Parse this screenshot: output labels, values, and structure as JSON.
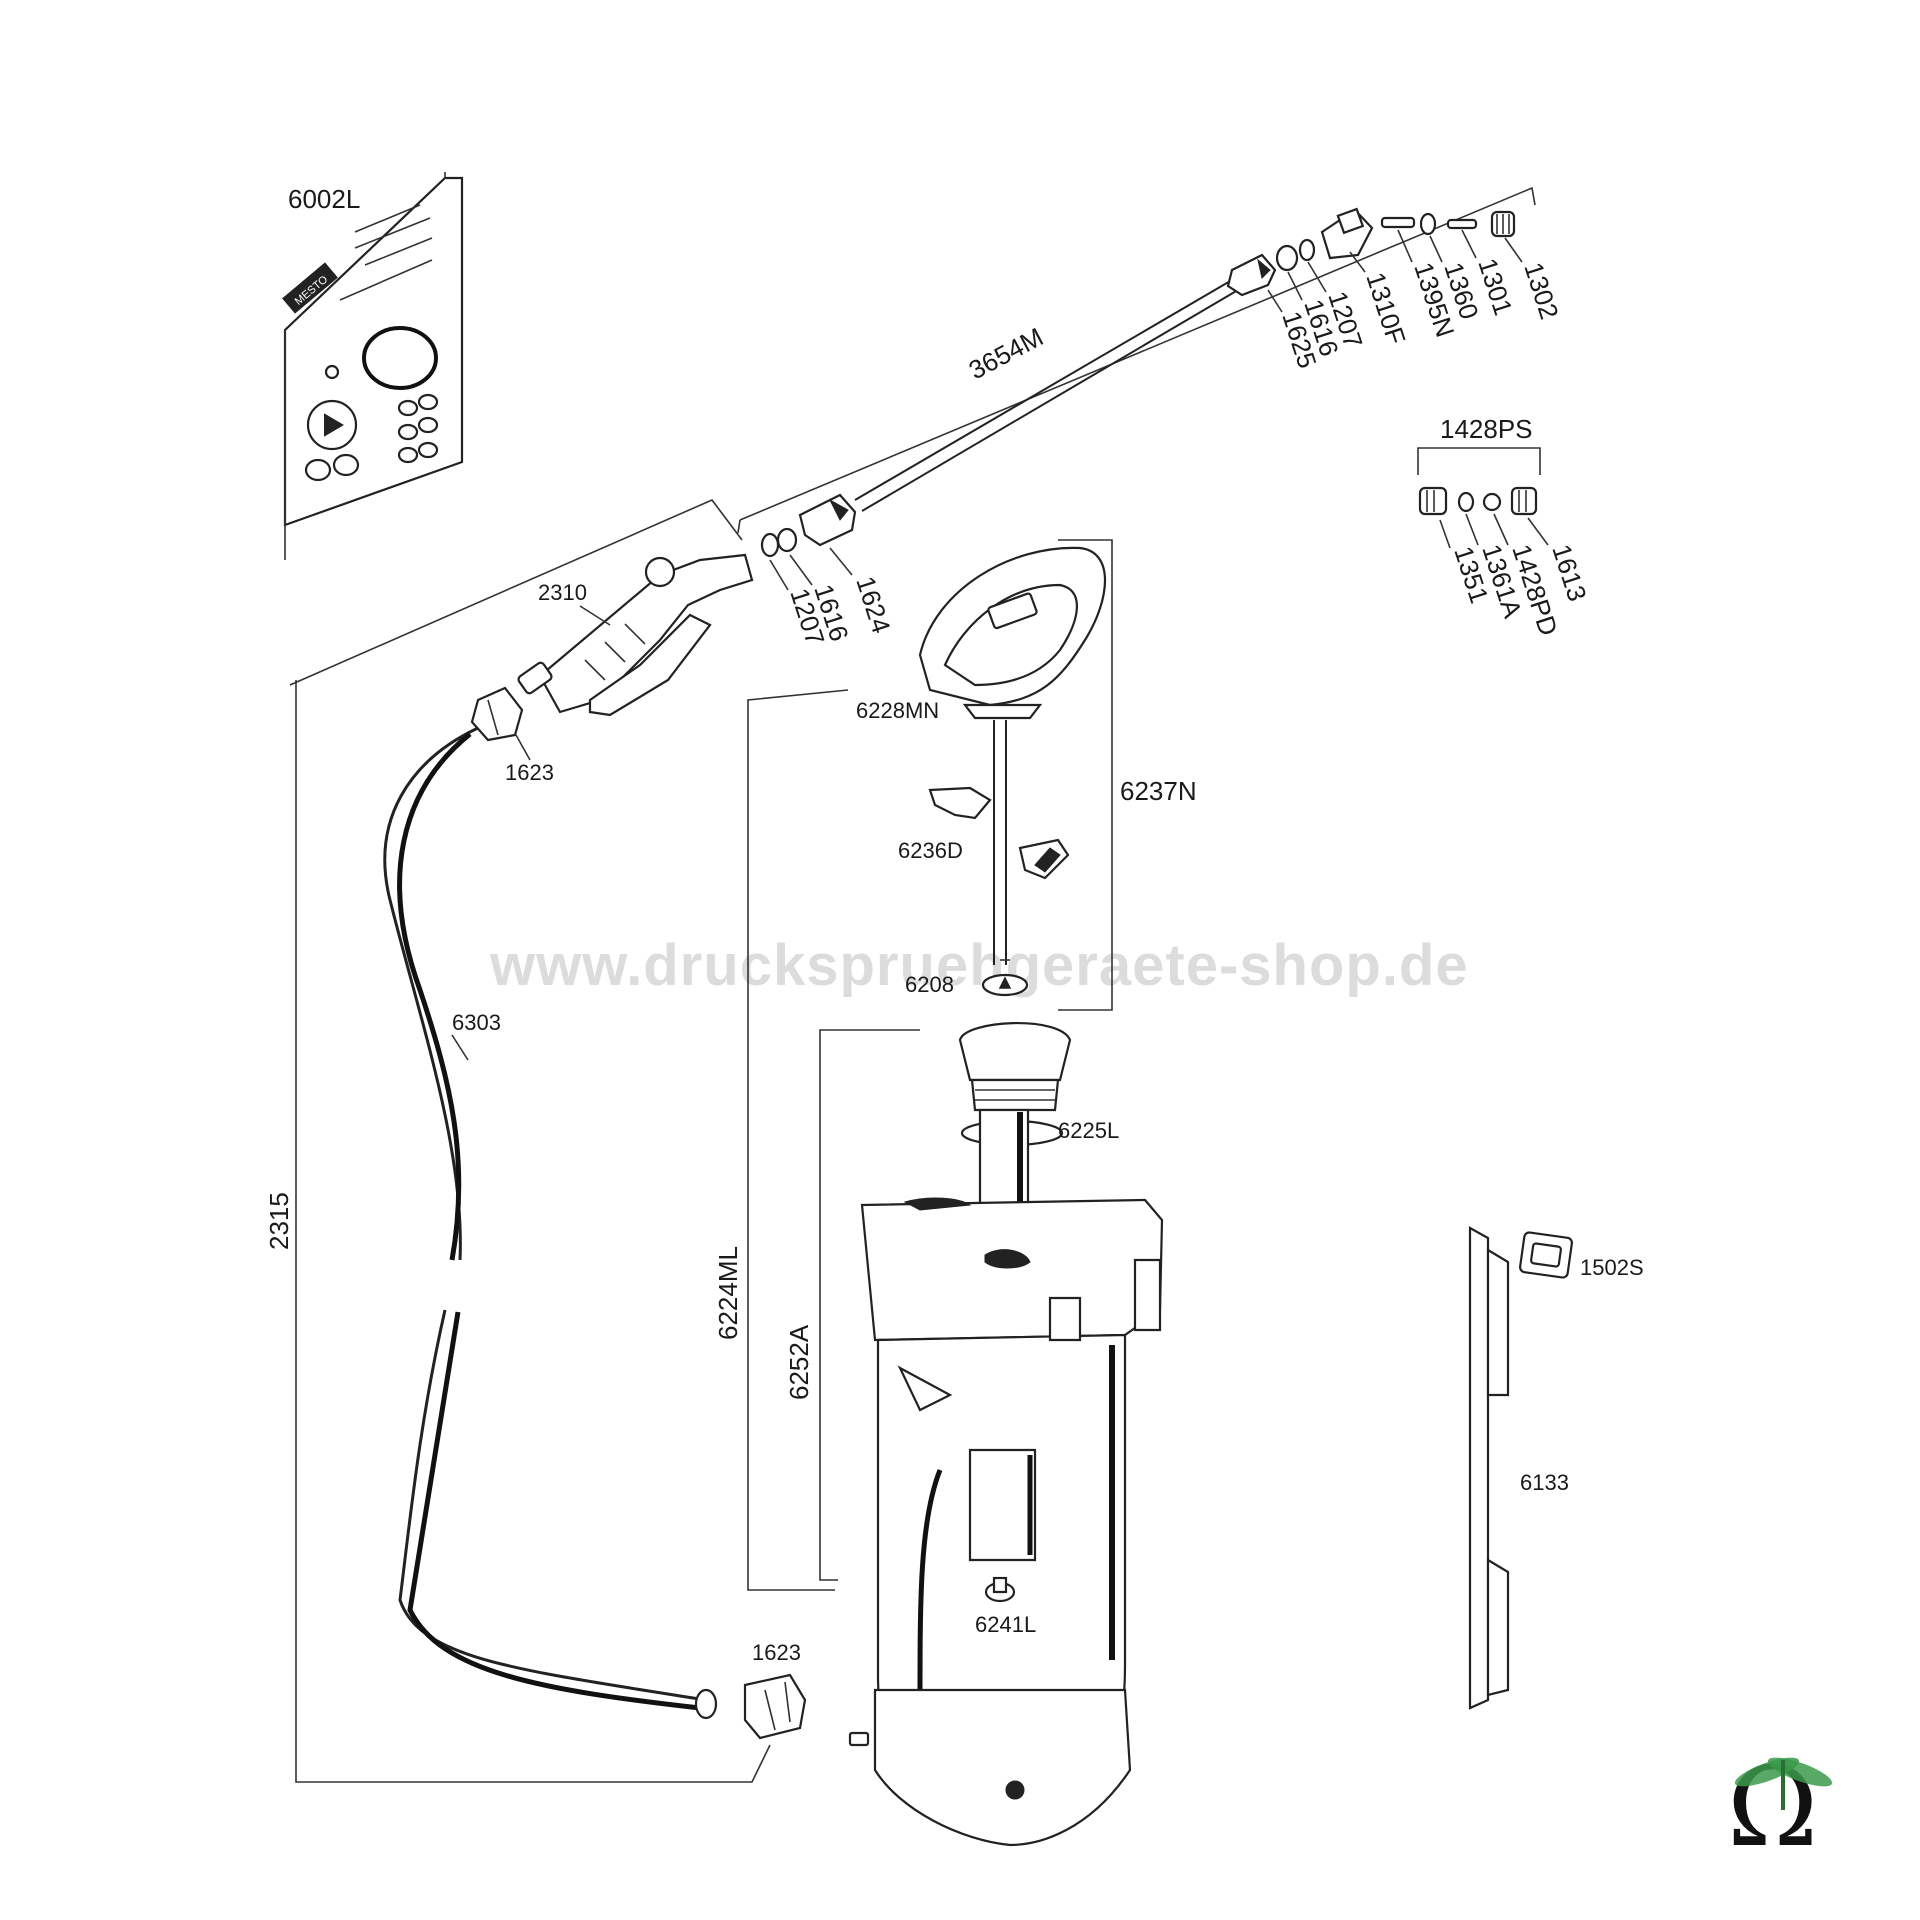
{
  "watermark": "www.druckspruehgeraete-shop.de",
  "labels": {
    "p6002L": "6002L",
    "p3654M": "3654M",
    "p1625": "1625",
    "p1616a": "1616",
    "p1207a": "1207",
    "p1310F": "1310F",
    "p1395N": "1395N",
    "p1360": "1360",
    "p1301": "1301",
    "p1302": "1302",
    "p1428PS": "1428PS",
    "p1351": "1351",
    "p1361A": "1361A",
    "p1428PD": "1428PD",
    "p1613": "1613",
    "p2310": "2310",
    "p1207b": "1207",
    "p1616b": "1616",
    "p1624": "1624",
    "p1623a": "1623",
    "p6228MN": "6228MN",
    "p6237N": "6237N",
    "p6236D": "6236D",
    "p6208": "6208",
    "p6303": "6303",
    "p2315": "2315",
    "p6225L": "6225L",
    "p6224ML": "6224ML",
    "p6252A": "6252A",
    "p1502S": "1502S",
    "p6133": "6133",
    "p6241L": "6241L",
    "p1623b": "1623"
  },
  "logo": {
    "symbol": "Ω",
    "card_brand": "MESTO"
  },
  "colors": {
    "line": "#222222",
    "watermark": "#dcdcdc",
    "logo_green": "#3a9a4a"
  }
}
